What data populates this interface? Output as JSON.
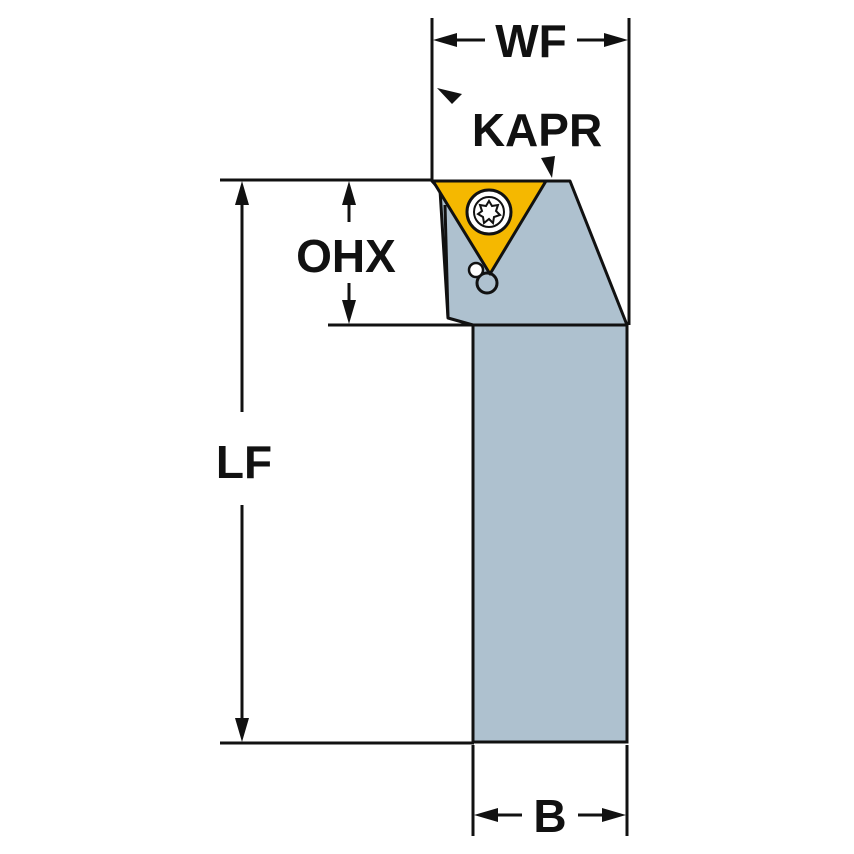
{
  "labels": {
    "wf": "WF",
    "kapr": "KAPR",
    "ohx": "OHX",
    "lf": "LF",
    "b": "B"
  },
  "colors": {
    "shank_fill": "#aec1cf",
    "outline": "#111111",
    "insert_fill": "#f5b800",
    "screw_fill": "#ffffff"
  },
  "icons": {
    "screw": "torx-screw-icon"
  }
}
